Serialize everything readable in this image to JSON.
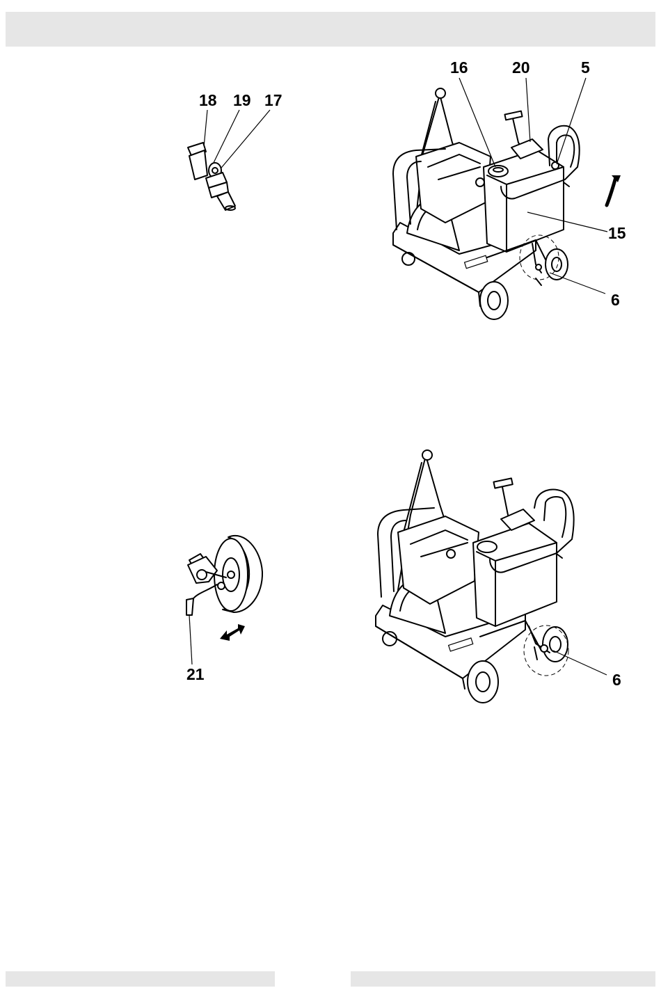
{
  "callouts": {
    "fig1": {
      "c18": "18",
      "c19": "19",
      "c17": "17"
    },
    "fig2": {
      "c16": "16",
      "c20": "20",
      "c5": "5",
      "c15": "15",
      "c6": "6"
    },
    "fig3": {
      "c21": "21"
    },
    "fig4": {
      "c6": "6"
    }
  },
  "icons": {
    "rotate_arrow": "curved-arrow-icon",
    "double_arrow": "double-arrow-icon"
  },
  "colors": {
    "header_bar": "#e6e6e6",
    "footer_bar": "#e6e6e6"
  }
}
